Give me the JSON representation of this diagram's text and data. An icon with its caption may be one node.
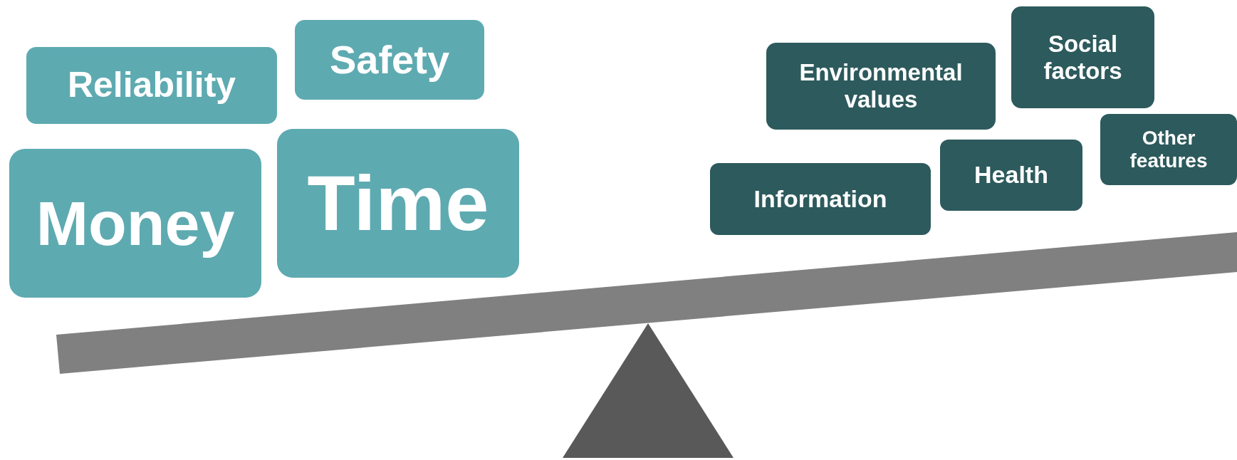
{
  "diagram": {
    "nodes": [
      {
        "text": [
          "Reliability"
        ]
      },
      {
        "text": [
          "Safety"
        ]
      },
      {
        "text": [
          "Money"
        ]
      },
      {
        "text": [
          "Time"
        ]
      },
      {
        "text": [
          "Environmental values"
        ]
      },
      {
        "text": [
          "Social factors"
        ]
      },
      {
        "text": [
          "Other features"
        ]
      },
      {
        "text": [
          "Health"
        ]
      },
      {
        "text": [
          "Information"
        ]
      }
    ]
  }
}
